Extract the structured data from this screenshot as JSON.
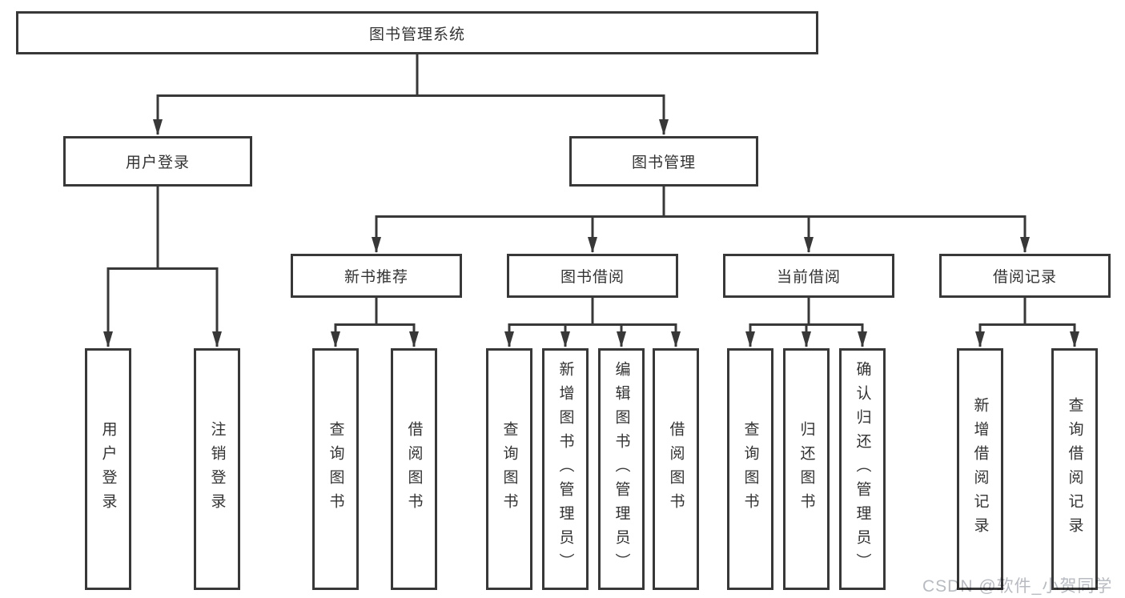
{
  "diagram_title": "图书管理系统",
  "watermark": {
    "text": "CSDN @软件_小贺同学"
  },
  "colors": {
    "line": "#383838",
    "node_border": "#383838",
    "text": "#333333",
    "background": "#ffffff",
    "watermark_text": "#b7bbc2"
  },
  "tree": {
    "root": {
      "label": "图书管理系统"
    },
    "branches": [
      {
        "label": "用户登录",
        "children": [
          {
            "label": "用户登录"
          },
          {
            "label": "注销登录"
          }
        ]
      },
      {
        "label": "图书管理",
        "children": [
          {
            "label": "新书推荐",
            "children": [
              {
                "label": "查询图书"
              },
              {
                "label": "借阅图书"
              }
            ]
          },
          {
            "label": "图书借阅",
            "children": [
              {
                "label": "查询图书"
              },
              {
                "label": "新增图书（管理员）"
              },
              {
                "label": "编辑图书（管理员）"
              },
              {
                "label": "借阅图书"
              }
            ]
          },
          {
            "label": "当前借阅",
            "children": [
              {
                "label": "查询图书"
              },
              {
                "label": "归还图书"
              },
              {
                "label": "确认归还（管理员）"
              }
            ]
          },
          {
            "label": "借阅记录",
            "children": [
              {
                "label": "新增借阅记录"
              },
              {
                "label": "查询借阅记录"
              }
            ]
          }
        ]
      }
    ]
  }
}
